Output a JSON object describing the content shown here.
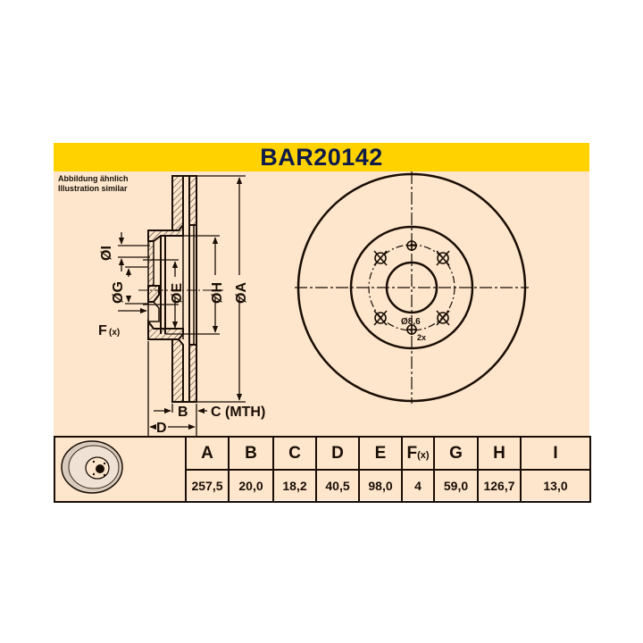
{
  "header": {
    "part_number": "BAR20142"
  },
  "note": {
    "line1": "Abbildung ähnlich",
    "line2": "Illustration similar"
  },
  "colors": {
    "band": "#ffd200",
    "background": "#fde6cc",
    "ink": "#1a0d05",
    "title": "#0d1a4a"
  },
  "section_view": {
    "labels": {
      "I": "ØI",
      "G": "ØG",
      "E": "ØE",
      "H": "ØH",
      "A": "ØA",
      "F": "F",
      "F_sub": "(x)",
      "B": "B",
      "C": "C (MTH)",
      "D": "D"
    }
  },
  "front_view": {
    "hole_label": "Ø8,6",
    "hole_count": "2x"
  },
  "table": {
    "headers": [
      "A",
      "B",
      "C",
      "D",
      "E",
      "F",
      "G",
      "H",
      "I"
    ],
    "f_sub": "(x)",
    "values": [
      "257,5",
      "20,0",
      "18,2",
      "40,5",
      "98,0",
      "4",
      "59,0",
      "126,7",
      "13,0"
    ]
  }
}
